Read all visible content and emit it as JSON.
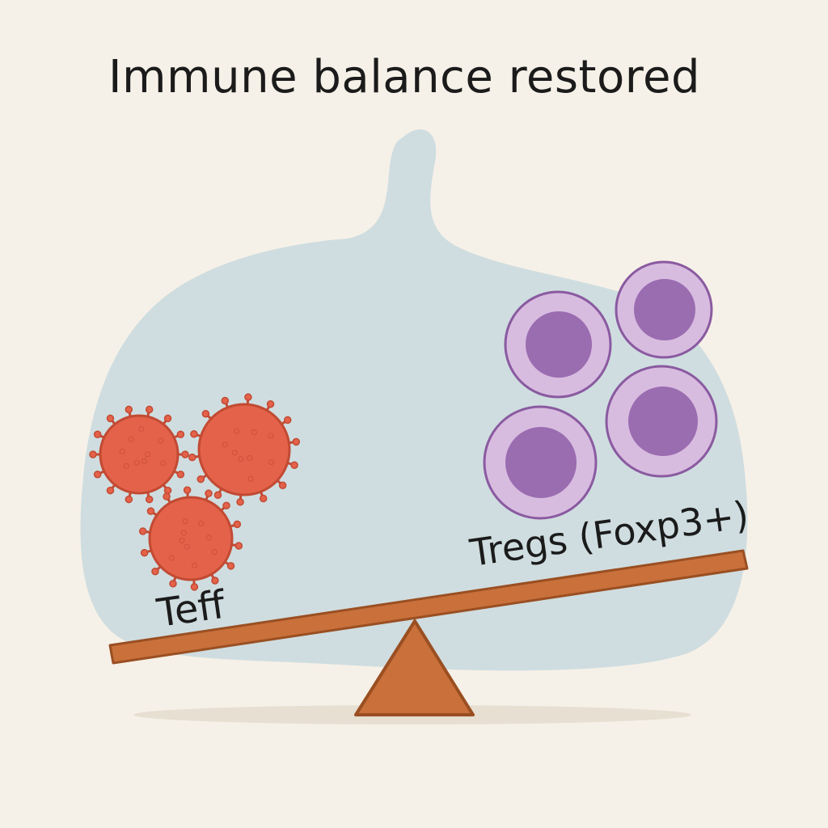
{
  "title": "Immune balance restored",
  "labels": {
    "teff": "Teff",
    "tregs": "Tregs (Foxp3+)"
  },
  "colors": {
    "background": "#f6f1e8",
    "organ": "#cfdde0",
    "teff_cell": "#e4624a",
    "teff_outline": "#c24a33",
    "treg_outer": "#d8bce0",
    "treg_inner": "#9a6cb0",
    "treg_outline": "#8a5aa0",
    "seesaw": "#c9703b",
    "seesaw_outline": "#9a4f22"
  },
  "cells": {
    "teff_count": 3,
    "treg_count": 4
  }
}
